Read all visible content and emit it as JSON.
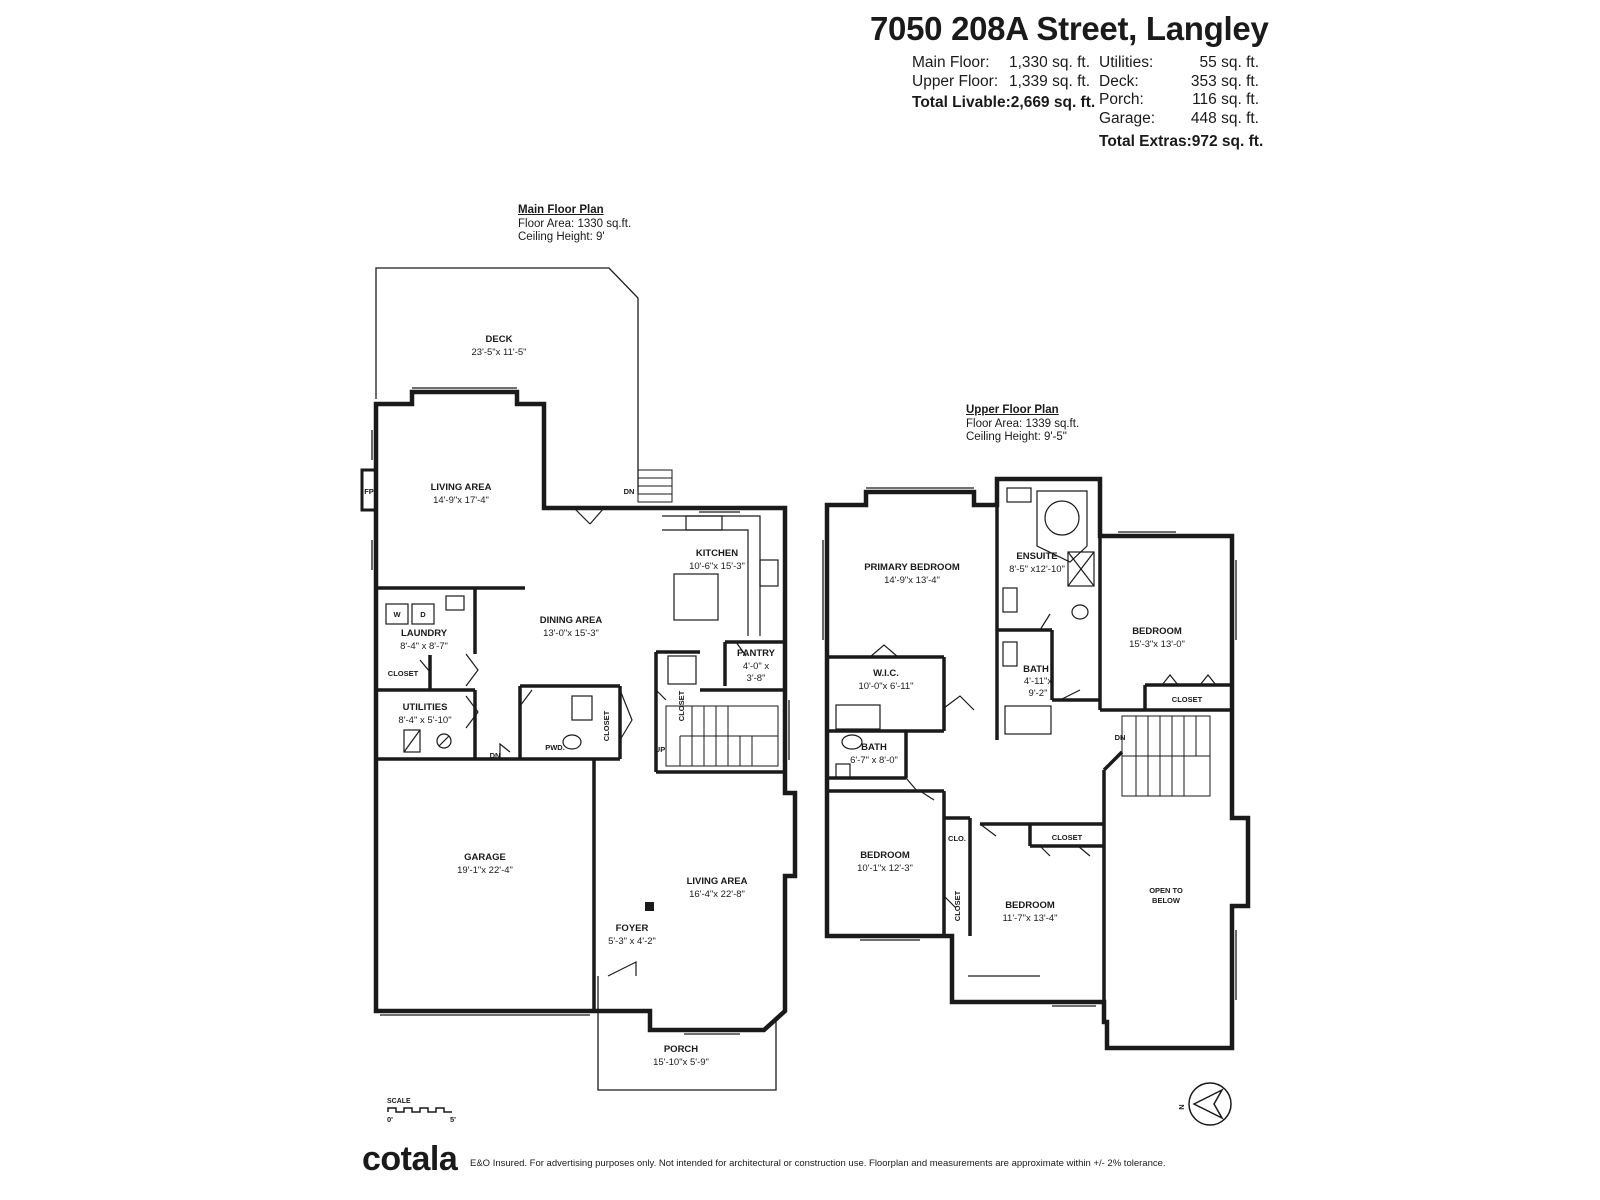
{
  "header": {
    "address": "7050 208A Street, Langley",
    "areas_left": [
      {
        "label": "Main Floor:",
        "value": "1,330 sq. ft."
      },
      {
        "label": "Upper Floor:",
        "value": "1,339 sq. ft."
      }
    ],
    "total_livable": {
      "label": "Total Livable:",
      "value": "2,669 sq. ft."
    },
    "areas_right": [
      {
        "label": "Utilities:",
        "value": "55 sq. ft."
      },
      {
        "label": "Deck:",
        "value": "353 sq. ft."
      },
      {
        "label": "Porch:",
        "value": "116 sq. ft."
      },
      {
        "label": "Garage:",
        "value": "448 sq. ft."
      }
    ],
    "total_extras": {
      "label": "Total Extras:",
      "value": "972 sq. ft."
    }
  },
  "main_floor": {
    "title": "Main Floor Plan",
    "area": "Floor Area: 1330 sq.ft.",
    "ceiling": "Ceiling Height: 9'",
    "rooms": {
      "deck": {
        "name": "DECK",
        "dim": "23'-5\"x 11'-5\""
      },
      "living_upper": {
        "name": "LIVING AREA",
        "dim": "14'-9\"x 17'-4\""
      },
      "kitchen": {
        "name": "KITCHEN",
        "dim": "10'-6\"x 15'-3\""
      },
      "dining": {
        "name": "DINING AREA",
        "dim": "13'-0\"x 15'-3\""
      },
      "laundry": {
        "name": "LAUNDRY",
        "dim": "8'-4\" x 8'-7\""
      },
      "pantry": {
        "name": "PANTRY",
        "dim1": "4'-0\" x",
        "dim2": "3'-8\""
      },
      "utilities": {
        "name": "UTILITIES",
        "dim": "8'-4\" x 5'-10\""
      },
      "garage": {
        "name": "GARAGE",
        "dim": "19'-1\"x 22'-4\""
      },
      "living_lower": {
        "name": "LIVING AREA",
        "dim": "16'-4\"x 22'-8\""
      },
      "foyer": {
        "name": "FOYER",
        "dim": "5'-3\" x 4'-2\""
      },
      "porch": {
        "name": "PORCH",
        "dim": "15'-10\"x 5'-9\""
      }
    },
    "labels": {
      "fp": "FP",
      "closet": "CLOSET",
      "pwd": "PWD.",
      "dn": "DN",
      "up": "UP",
      "w": "W",
      "d": "D"
    }
  },
  "upper_floor": {
    "title": "Upper Floor Plan",
    "area": "Floor Area: 1339 sq.ft.",
    "ceiling": "Ceiling Height: 9'-5\"",
    "rooms": {
      "primary": {
        "name": "PRIMARY BEDROOM",
        "dim": "14'-9\"x 13'-4\""
      },
      "ensuite": {
        "name": "ENSUITE",
        "dim": "8'-5\" x12'-10\""
      },
      "bedroom_right": {
        "name": "BEDROOM",
        "dim": "15'-3\"x 13'-0\""
      },
      "wic": {
        "name": "W.I.C.",
        "dim": "10'-0\"x 6'-11\""
      },
      "bath_small": {
        "name": "BATH",
        "dim1": "4'-11\"x",
        "dim2": "9'-2\""
      },
      "bath_left": {
        "name": "BATH",
        "dim": "6'-7\" x 8'-0\""
      },
      "bedroom_left": {
        "name": "BEDROOM",
        "dim": "10'-1\"x 12'-3\""
      },
      "bedroom_mid": {
        "name": "BEDROOM",
        "dim": "11'-7\"x 13'-4\""
      },
      "open": {
        "line1": "OPEN TO",
        "line2": "BELOW"
      }
    },
    "labels": {
      "closet": "CLOSET",
      "clo": "CLO.",
      "dn": "DN"
    }
  },
  "footer": {
    "logo": "cotala",
    "disclaimer": "E&O Insured. For advertising purposes only. Not intended for architectural or construction use. Floorplan and measurements are approximate within +/- 2% tolerance.",
    "scale": {
      "label": "SCALE",
      "min": "0'",
      "max": "5'"
    },
    "compass": "N"
  }
}
